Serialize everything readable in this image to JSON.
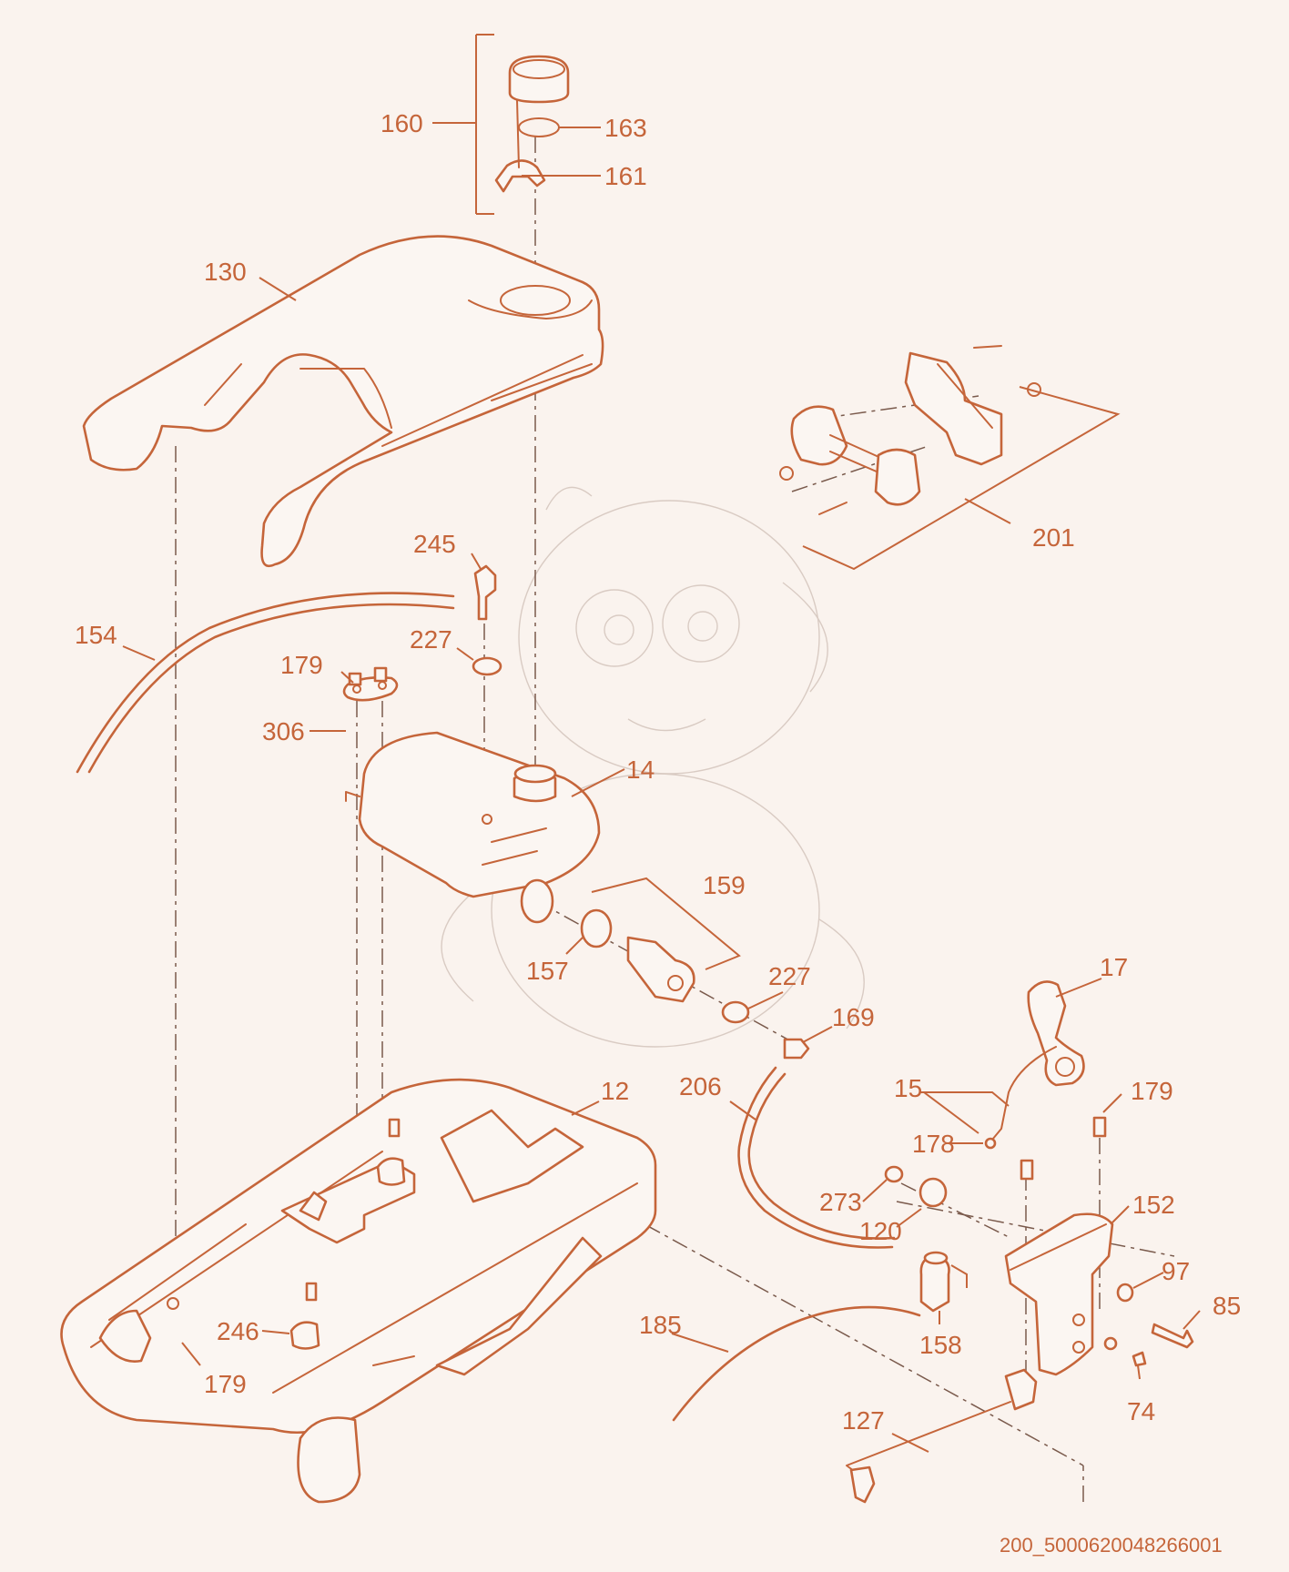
{
  "labels": {
    "p160": "160",
    "p163": "163",
    "p161": "161",
    "p130": "130",
    "p201": "201",
    "p245": "245",
    "p154": "154",
    "p227a": "227",
    "p179a": "179",
    "p306": "306",
    "p14": "14",
    "p159": "159",
    "p157": "157",
    "p227b": "227",
    "p169": "169",
    "p17": "17",
    "p12": "12",
    "p206": "206",
    "p15": "15",
    "p179b": "179",
    "p178": "178",
    "p273": "273",
    "p152": "152",
    "p120": "120",
    "p97": "97",
    "p85": "85",
    "p246": "246",
    "p185": "185",
    "p158": "158",
    "p179c": "179",
    "p74": "74",
    "p127": "127"
  },
  "drawing_code": "200_5000620048266001",
  "colors": {
    "line": "#c5653a",
    "background": "#faf3ee",
    "watermark": "#d9cbc3"
  }
}
